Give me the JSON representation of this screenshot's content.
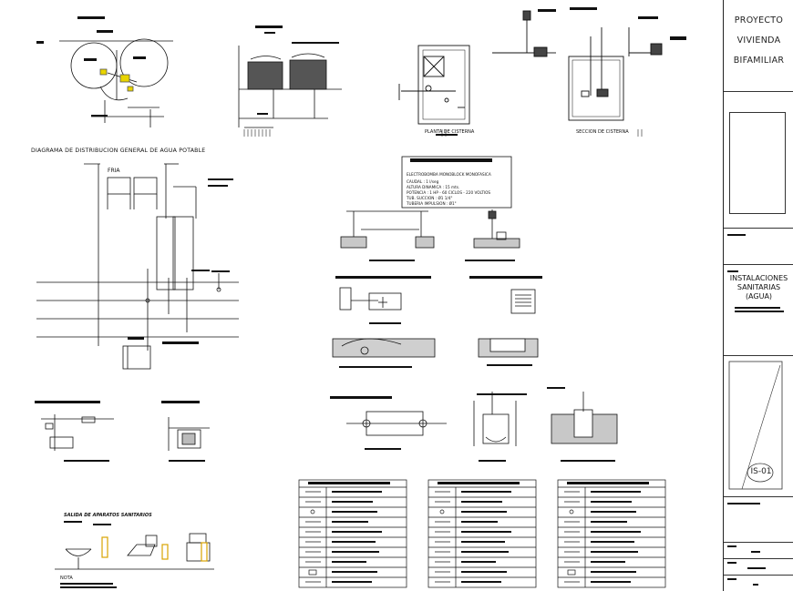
{
  "sheet": {
    "diagram_title": "DIAGRAMA DE DISTRIBUCION GENERAL DE AGUA POTABLE",
    "fria_label": "FRIA",
    "planta_label": "PLANTA DE CISTERNA",
    "seccion_label": "SECCION DE CISTERNA",
    "nota_label": "NOTA",
    "salida_title": "SALIDA DE APARATOS SANITARIOS",
    "pump_header": "ELECTROBOMBA MONOBLOCK MONOFASICA",
    "pump_rows": [
      "CAUDAL :  1 l/seg",
      "ALTURA DINAMICA :  15 mts.",
      "POTENCIA :   1 HP  - 60 CICLOS - 220 VOLTIOS",
      "TUB. SUCCION :   Ø1 1/4\"",
      "TUBERIA IMPULSION :  Ø1\""
    ]
  },
  "title_block": {
    "project_lines": [
      "PROYECTO",
      "VIVIENDA",
      "BIFAMILIAR"
    ],
    "plano_lines": [
      "INSTALACIONES",
      "SANITARIAS",
      "(AGUA)"
    ],
    "sheet_code": "IS-01"
  },
  "legend_tables": [
    {
      "rows": 10
    },
    {
      "rows": 10
    },
    {
      "rows": 10
    }
  ]
}
